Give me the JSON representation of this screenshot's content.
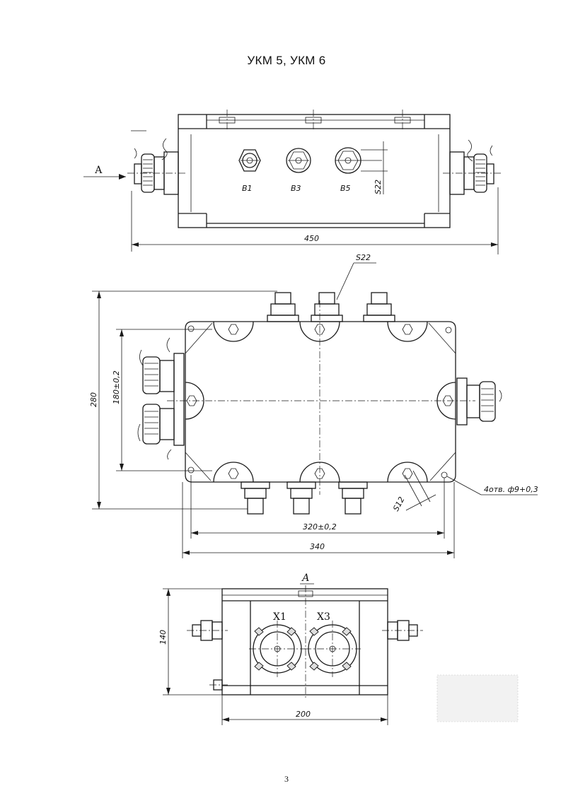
{
  "title": "УКМ 5, УКМ 6",
  "page_number": "3",
  "top_view": {
    "view_arrow_label": "А",
    "hole_labels": [
      "В1",
      "В3",
      "В5"
    ],
    "vertical_dim": "S22",
    "width_dim": "450"
  },
  "plan_view": {
    "nut_size": "S22",
    "height_total": "280",
    "mount_spacing_vertical": "180±0,2",
    "mount_spacing_horizontal": "320±0,2",
    "width_total": "340",
    "hole_note": "4отв. ф9+0,3",
    "wrench_size": "S12"
  },
  "side_view": {
    "view_label": "А",
    "connector_labels": [
      "Х1",
      "Х3"
    ],
    "height_dim": "140",
    "width_dim": "200"
  }
}
